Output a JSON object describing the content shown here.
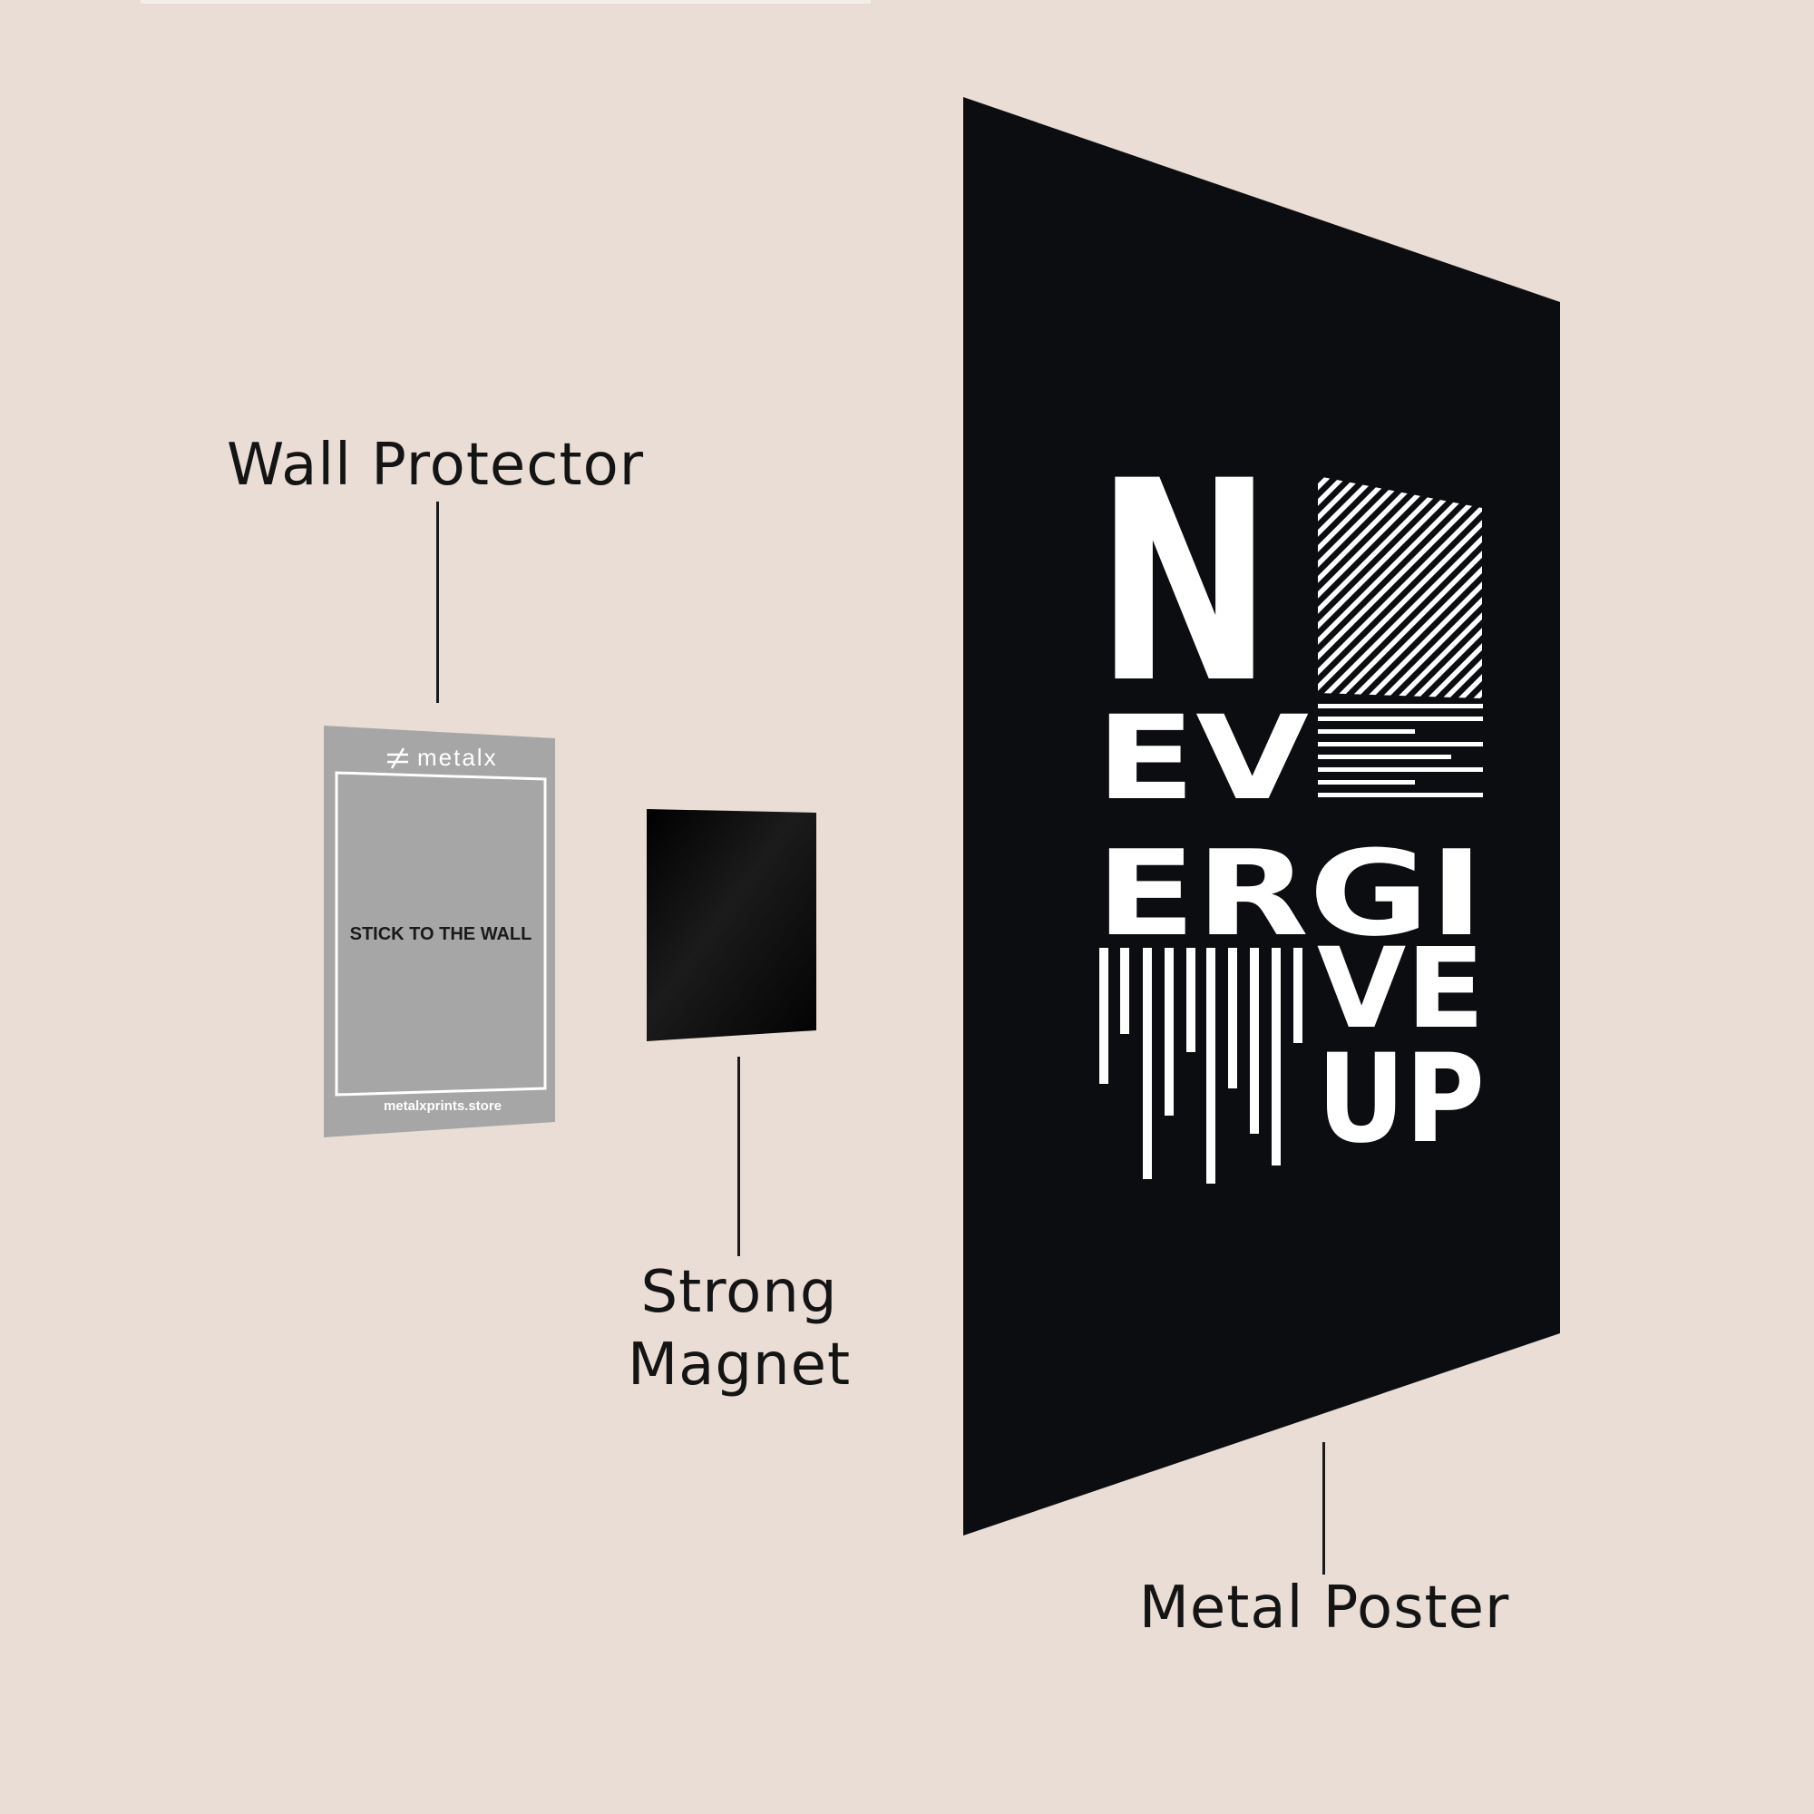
{
  "labels": {
    "wall_protector": "Wall Protector",
    "strong_magnet_line1": "Strong",
    "strong_magnet_line2": "Magnet",
    "metal_poster": "Metal Poster"
  },
  "protector": {
    "brand": "metalx",
    "instruction": "STICK TO THE WALL",
    "website": "metalxprints.store"
  },
  "poster": {
    "lines": [
      "N",
      "EV",
      "ERGI",
      "VE",
      "UP"
    ]
  },
  "colors": {
    "background": "#e9ddd5",
    "poster": "#0c0d10",
    "protector": "#a6a6a6",
    "magnet": "#050505",
    "text": "#141414"
  }
}
